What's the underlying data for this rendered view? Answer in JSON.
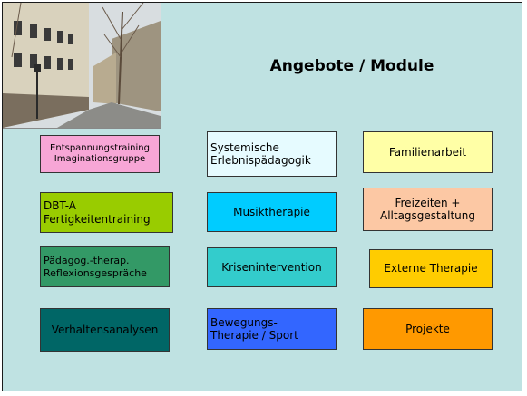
{
  "title": "Angebote / Module",
  "modules": {
    "entspannung": {
      "label": "Entspannungstraining\nImaginationsgruppe",
      "color": "#f7a6d6"
    },
    "systemische": {
      "label": "Systemische\nErlebnispädagogik",
      "color": "#e6fbff"
    },
    "familienarbeit": {
      "label": "Familienarbeit",
      "color": "#ffffa6"
    },
    "dbt": {
      "label": "DBT-A\nFertigkeitentraining",
      "color": "#99cc00"
    },
    "musiktherapie": {
      "label": "Musiktherapie",
      "color": "#00ccff"
    },
    "freizeiten": {
      "label": "Freizeiten +\nAlltagsgestaltung",
      "color": "#fcc8a4"
    },
    "paedagog": {
      "label": "Pädagog.-therap.\nReflexionsgespräche",
      "color": "#339966"
    },
    "krisen": {
      "label": "Krisenintervention",
      "color": "#33cccc"
    },
    "externe": {
      "label": "Externe Therapie",
      "color": "#ffcc00"
    },
    "verhalten": {
      "label": "Verhaltensanalysen",
      "color": "#006666"
    },
    "bewegung": {
      "label": "Bewegungs-\nTherapie / Sport",
      "color": "#3366ff"
    },
    "projekte": {
      "label": "Projekte",
      "color": "#ff9900"
    }
  }
}
